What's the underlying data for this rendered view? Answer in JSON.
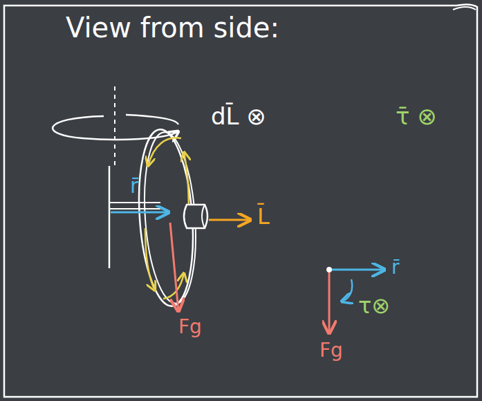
{
  "diagram": {
    "title": "View from side:",
    "labels": [
      "dL̄ ⊗",
      "τ̄ ⊗",
      "r̄",
      "L̄",
      "Fg",
      "r̄",
      "τ⊗",
      "Fg"
    ]
  }
}
